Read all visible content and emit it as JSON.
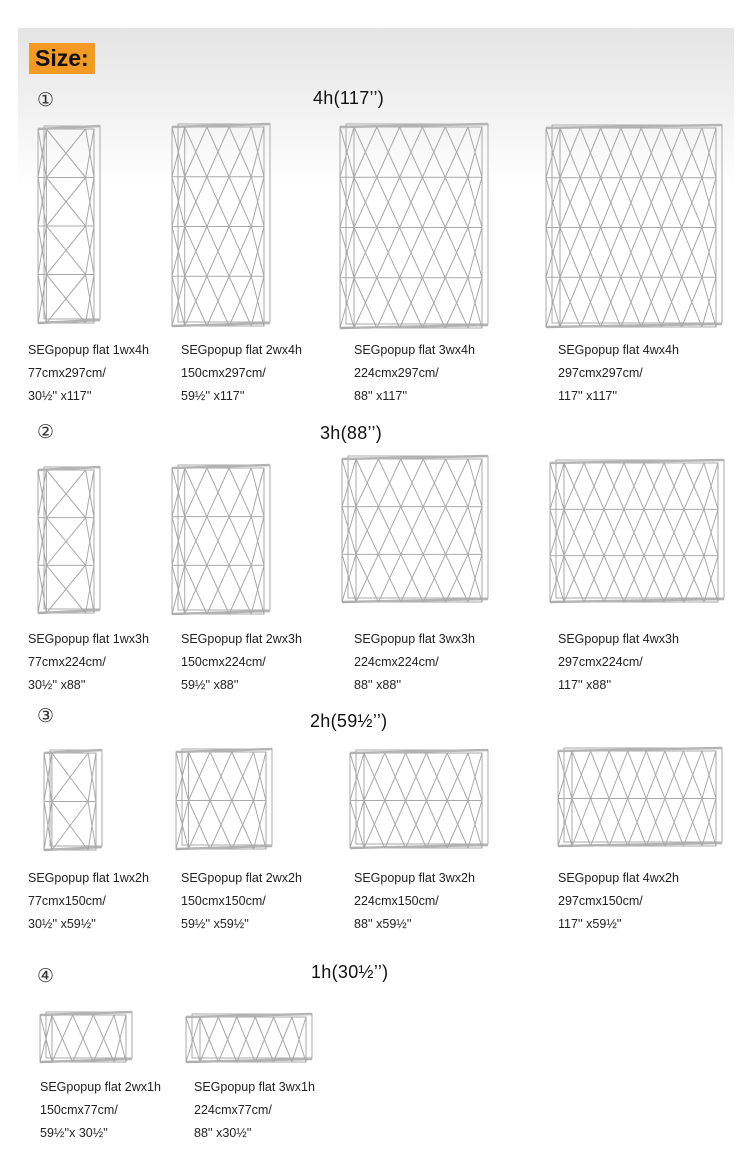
{
  "title": "Size:",
  "sections": [
    {
      "mark": "①",
      "heading": "4h(117’’)",
      "items": [
        {
          "name": "SEGpopup flat 1wx4h",
          "metric": "77cmx297cm/",
          "imperial": "30½'' x117''"
        },
        {
          "name": "SEGpopup flat 2wx4h",
          "metric": "150cmx297cm/",
          "imperial": "59½'' x117''"
        },
        {
          "name": "SEGpopup flat 3wx4h",
          "metric": "224cmx297cm/",
          "imperial": "88'' x117''"
        },
        {
          "name": "SEGpopup flat 4wx4h",
          "metric": "297cmx297cm/",
          "imperial": "117'' x117''"
        }
      ]
    },
    {
      "mark": "②",
      "heading": "3h(88’’)",
      "items": [
        {
          "name": "SEGpopup flat 1wx3h",
          "metric": "77cmx224cm/",
          "imperial": "30½'' x88''"
        },
        {
          "name": "SEGpopup flat 2wx3h",
          "metric": "150cmx224cm/",
          "imperial": "59½'' x88''"
        },
        {
          "name": "SEGpopup flat 3wx3h",
          "metric": "224cmx224cm/",
          "imperial": "88'' x88''"
        },
        {
          "name": "SEGpopup flat 4wx3h",
          "metric": "297cmx224cm/",
          "imperial": "117'' x88''"
        }
      ]
    },
    {
      "mark": "③",
      "heading": "2h(59½’’)",
      "items": [
        {
          "name": "SEGpopup flat 1wx2h",
          "metric": "77cmx150cm/",
          "imperial": "30½'' x59½''"
        },
        {
          "name": "SEGpopup flat 2wx2h",
          "metric": "150cmx150cm/",
          "imperial": "59½'' x59½''"
        },
        {
          "name": "SEGpopup flat 3wx2h",
          "metric": "224cmx150cm/",
          "imperial": "88'' x59½''"
        },
        {
          "name": "SEGpopup flat 4wx2h",
          "metric": "297cmx150cm/",
          "imperial": "117'' x59½''"
        }
      ]
    },
    {
      "mark": "④",
      "heading": "1h(30½’’)",
      "items": [
        {
          "name": "SEGpopup flat 2wx1h",
          "metric": "150cmx77cm/",
          "imperial": "59½''x 30½''"
        },
        {
          "name": "SEGpopup flat 3wx1h",
          "metric": "224cmx77cm/",
          "imperial": "88'' x30½''"
        }
      ]
    }
  ]
}
